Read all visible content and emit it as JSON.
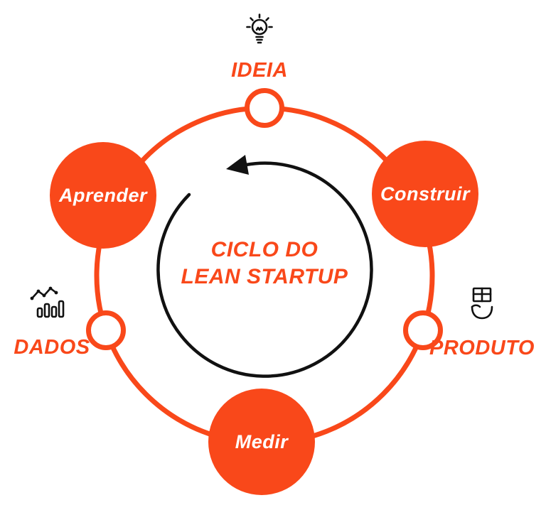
{
  "colors": {
    "accent": "#F9481A",
    "ink": "#111111",
    "background": "#FFFFFF"
  },
  "center": {
    "title_line1": "CICLO DO",
    "title_line2": "LEAN STARTUP"
  },
  "phases": {
    "aprender": "Aprender",
    "construir": "Construir",
    "medir": "Medir"
  },
  "milestones": {
    "ideia": "IDEIA",
    "dados": "DADOS",
    "produto": "PRODUTO"
  },
  "icons": {
    "ideia": "lightbulb-icon",
    "dados": "data-chart-icon",
    "produto": "package-in-hand-icon"
  }
}
